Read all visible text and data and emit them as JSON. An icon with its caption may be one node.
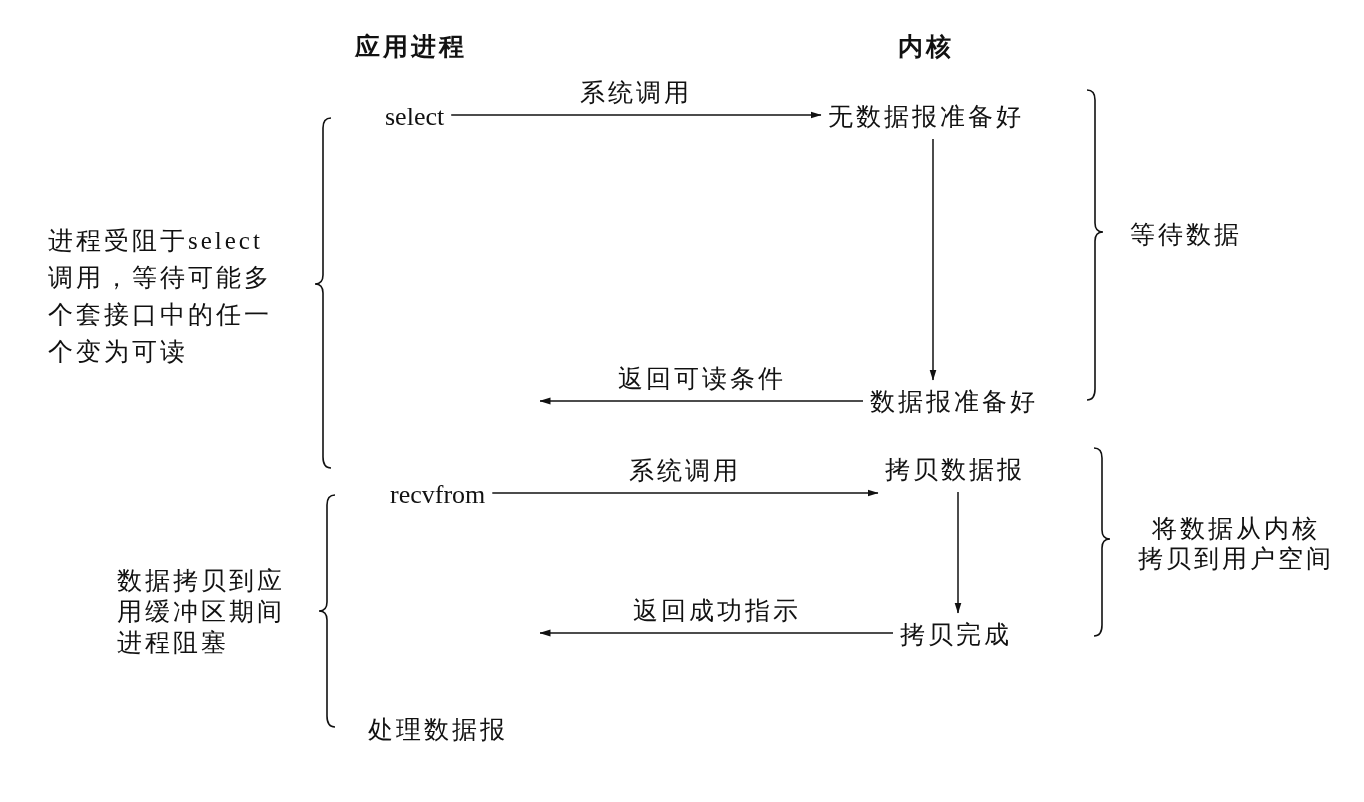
{
  "diagram": {
    "nodes": [
      {
        "text": [
          "select"
        ]
      },
      {
        "text": [
          "无数据报准备好"
        ]
      },
      {
        "text": [
          "数据报准备好"
        ]
      },
      {
        "text": [
          "recvfrom"
        ]
      },
      {
        "text": [
          "拷贝数据报"
        ]
      },
      {
        "text": [
          "拷贝完成"
        ]
      }
    ],
    "edges": [
      {
        "from": 0,
        "to": 1,
        "arrow": "to",
        "label": "系统调用"
      },
      {
        "from": 1,
        "to": 2,
        "arrow": "to"
      },
      {
        "from": 2,
        "to": null,
        "arrow": "to",
        "label": "返回可读条件"
      },
      {
        "from": 3,
        "to": 4,
        "arrow": "to",
        "label": "系统调用"
      },
      {
        "from": 4,
        "to": 5,
        "arrow": "to"
      },
      {
        "from": 5,
        "to": null,
        "arrow": "to",
        "label": "返回成功指示"
      }
    ],
    "labels": [
      "应用进程",
      "内核",
      "进程受阻于select调用，等待可能多个套接口中的任一个变为可读",
      "等待数据",
      "将数据从内核拷贝到用户空间",
      "数据拷贝到应用缓冲区期间进程阻塞",
      "处理数据报"
    ]
  }
}
